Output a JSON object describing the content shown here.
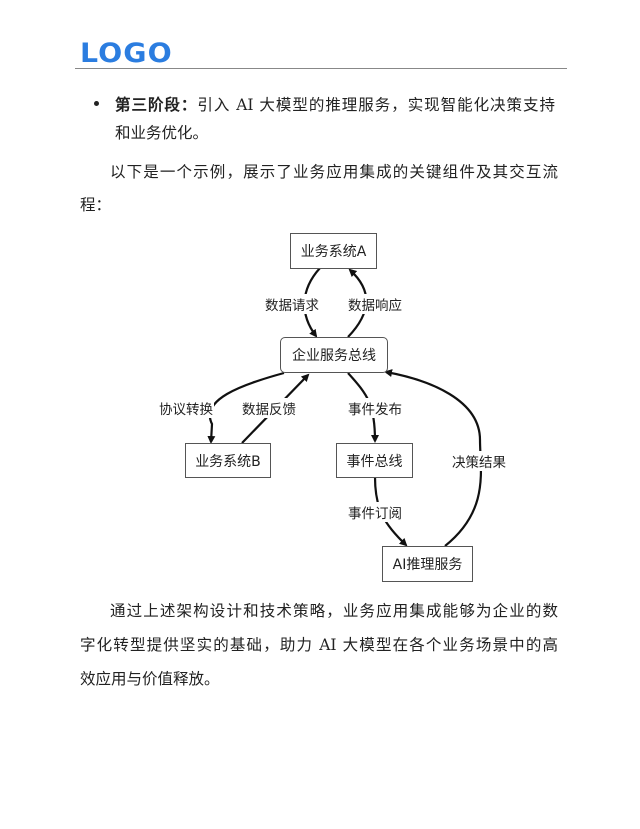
{
  "header": {
    "logo": "LOGO"
  },
  "bullet": {
    "bold": "第三阶段：",
    "line1": "引入 AI 大模型的推理服务，实现智能化决策支持",
    "line2": "和业务优化。"
  },
  "intro": {
    "lines": [
      "以下是一个示例，展示了业务应用集成的关键组件及其交互流",
      "程："
    ]
  },
  "diagram": {
    "nodes": {
      "sysA": "业务系统A",
      "esb": "企业服务总线",
      "sysB": "业务系统B",
      "eventBus": "事件总线",
      "ai": "AI推理服务"
    },
    "edges": {
      "req": "数据请求",
      "resp": "数据响应",
      "proto": "协议转换",
      "feedback": "数据反馈",
      "publish": "事件发布",
      "subscribe": "事件订阅",
      "decision": "决策结果"
    }
  },
  "conclusion": {
    "lines": [
      "通过上述架构设计和技术策略，业务应用集成能够为企业的数",
      "字化转型提供坚实的基础，助力 AI 大模型在各个业务场景中的高",
      "效应用与价值释放。"
    ]
  }
}
